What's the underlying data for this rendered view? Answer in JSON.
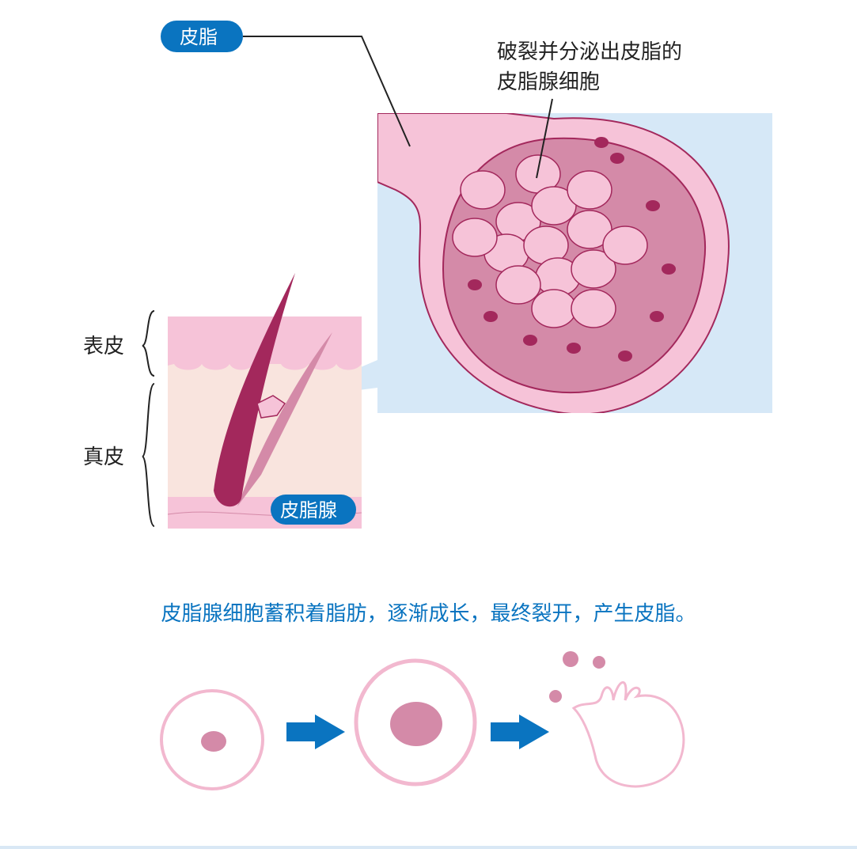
{
  "labels": {
    "sebum": "皮脂",
    "ruptured_cell_line1": "破裂并分泌出皮脂的",
    "ruptured_cell_line2": "皮脂腺细胞",
    "epidermis": "表皮",
    "dermis": "真皮",
    "sebaceous_gland": "皮脂腺"
  },
  "caption": "皮脂腺细胞蓄积着脂肪，逐渐成长，最终裂开，产生皮脂。",
  "colors": {
    "accent_blue": "#0a74c0",
    "pink_light": "#f6c3d8",
    "pink_mid": "#d48aa8",
    "magenta_dark": "#a3285c",
    "bg_blue": "#d6e8f7"
  }
}
